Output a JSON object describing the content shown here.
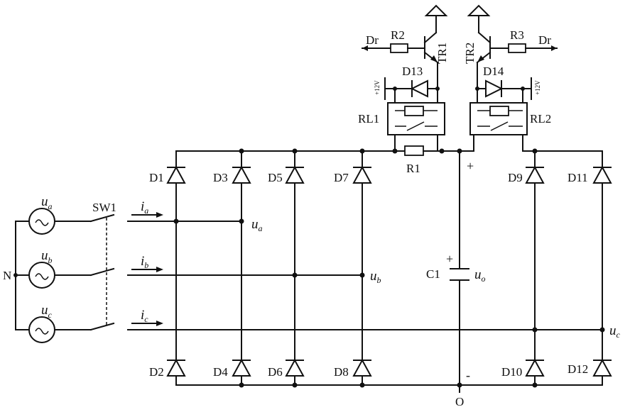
{
  "sources": [
    {
      "var": "u",
      "sub": "a"
    },
    {
      "var": "u",
      "sub": "b"
    },
    {
      "var": "u",
      "sub": "c"
    }
  ],
  "neutral_label": "N",
  "switch_label": "SW1",
  "currents": [
    {
      "var": "i",
      "sub": "a"
    },
    {
      "var": "i",
      "sub": "b"
    },
    {
      "var": "i",
      "sub": "c"
    }
  ],
  "node_voltages": [
    {
      "var": "u",
      "sub": "a"
    },
    {
      "var": "u",
      "sub": "b"
    },
    {
      "var": "u",
      "sub": "c"
    }
  ],
  "diodes": [
    "D1",
    "D2",
    "D3",
    "D4",
    "D5",
    "D6",
    "D7",
    "D8",
    "D9",
    "D10",
    "D11",
    "D12",
    "D13",
    "D14"
  ],
  "resistors": [
    "R1",
    "R2",
    "R3"
  ],
  "relays": [
    "RL1",
    "RL2"
  ],
  "transistors": [
    "TR1",
    "TR2"
  ],
  "drive_labels": [
    "Dr",
    "Dr"
  ],
  "supply_labels": [
    "+12V",
    "+12V"
  ],
  "capacitor": {
    "name": "C1",
    "plus": "+",
    "voltage_var": "u",
    "voltage_sub": "o"
  },
  "bus": {
    "plus": "+",
    "minus": "-",
    "ground": "O"
  }
}
